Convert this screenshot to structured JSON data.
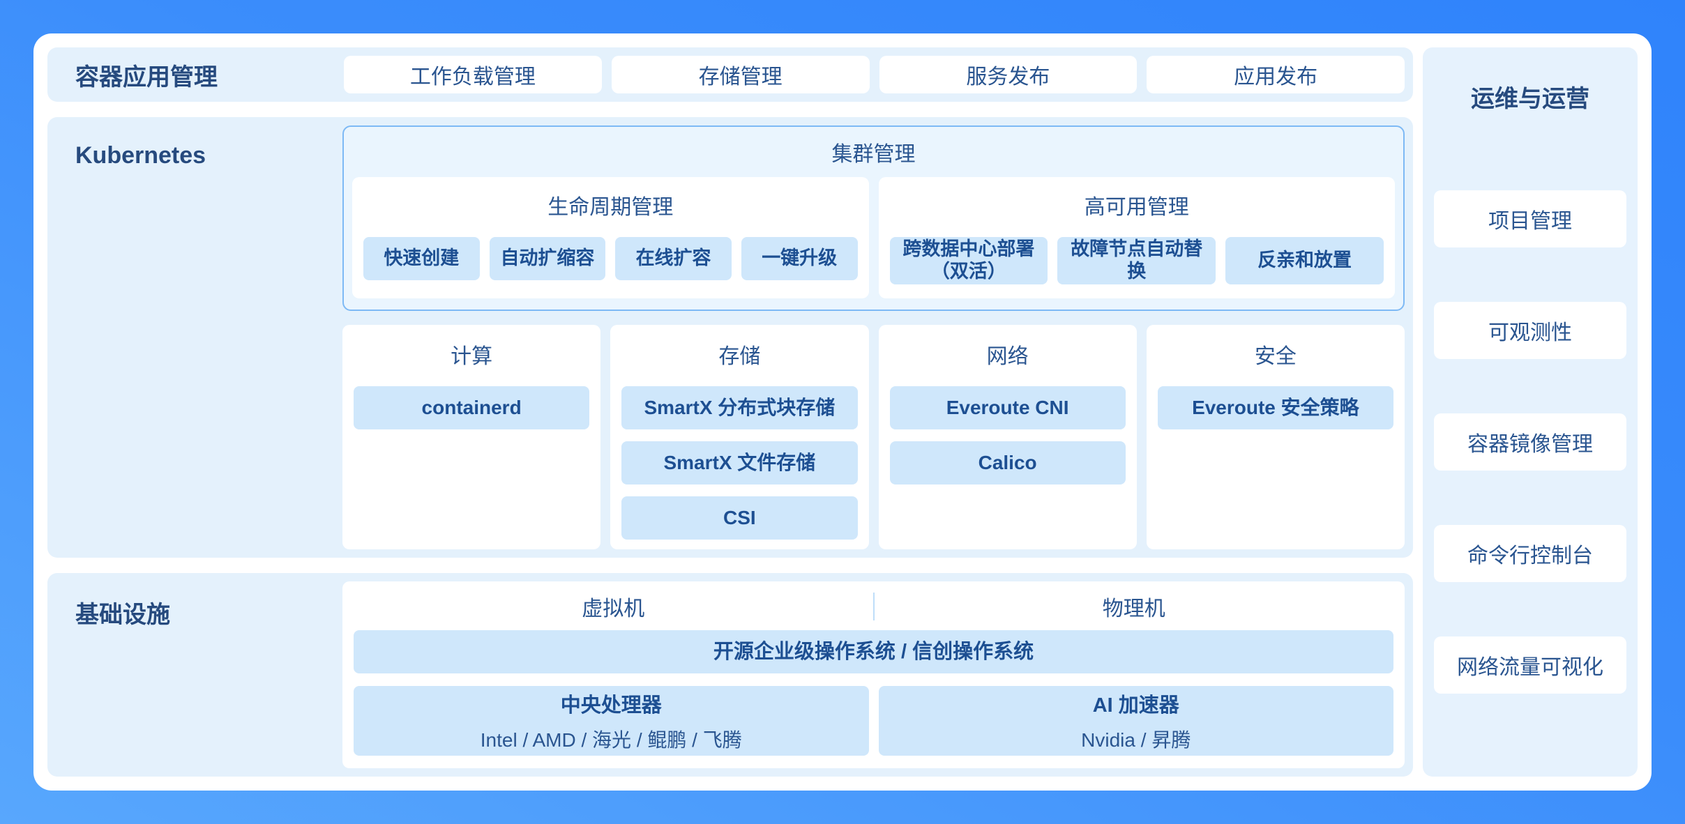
{
  "colors": {
    "background_gradient_start": "#58a7fd",
    "background_gradient_end": "#2f83fb",
    "card": "#ffffff",
    "panel": "#e4f1fc",
    "chip": "#cfe7fb",
    "cluster_border": "#7db9f5",
    "text_navy": "#2a5590",
    "text_bold_navy": "#1d4f92"
  },
  "top_row": {
    "title": "容器应用管理",
    "items": [
      "工作负载管理",
      "存储管理",
      "服务发布",
      "应用发布"
    ]
  },
  "kubernetes": {
    "title": "Kubernetes",
    "cluster_management": {
      "title": "集群管理",
      "groups": [
        {
          "title": "生命周期管理",
          "chips": [
            "快速创建",
            "自动扩缩容",
            "在线扩容",
            "一键升级"
          ]
        },
        {
          "title": "高可用管理",
          "chips": [
            "跨数据中心部署\n（双活）",
            "故障节点自动替换",
            "反亲和放置"
          ]
        }
      ]
    },
    "columns": [
      {
        "title": "计算",
        "chips": [
          "containerd"
        ]
      },
      {
        "title": "存储",
        "chips": [
          "SmartX 分布式块存储",
          "SmartX 文件存储",
          "CSI"
        ]
      },
      {
        "title": "网络",
        "chips": [
          "Everoute CNI",
          "Calico"
        ]
      },
      {
        "title": "安全",
        "chips": [
          "Everoute 安全策略"
        ]
      }
    ]
  },
  "infrastructure": {
    "title": "基础设施",
    "machine_types": [
      "虚拟机",
      "物理机"
    ],
    "os_bar": "开源企业级操作系统 / 信创操作系统",
    "hardware": [
      {
        "title": "中央处理器",
        "subtitle": "Intel / AMD / 海光 / 鲲鹏 / 飞腾"
      },
      {
        "title": "AI 加速器",
        "subtitle": "Nvidia / 昇腾"
      }
    ]
  },
  "operations": {
    "title": "运维与运营",
    "items": [
      "项目管理",
      "可观测性",
      "容器镜像管理",
      "命令行控制台",
      "网络流量可视化"
    ]
  }
}
